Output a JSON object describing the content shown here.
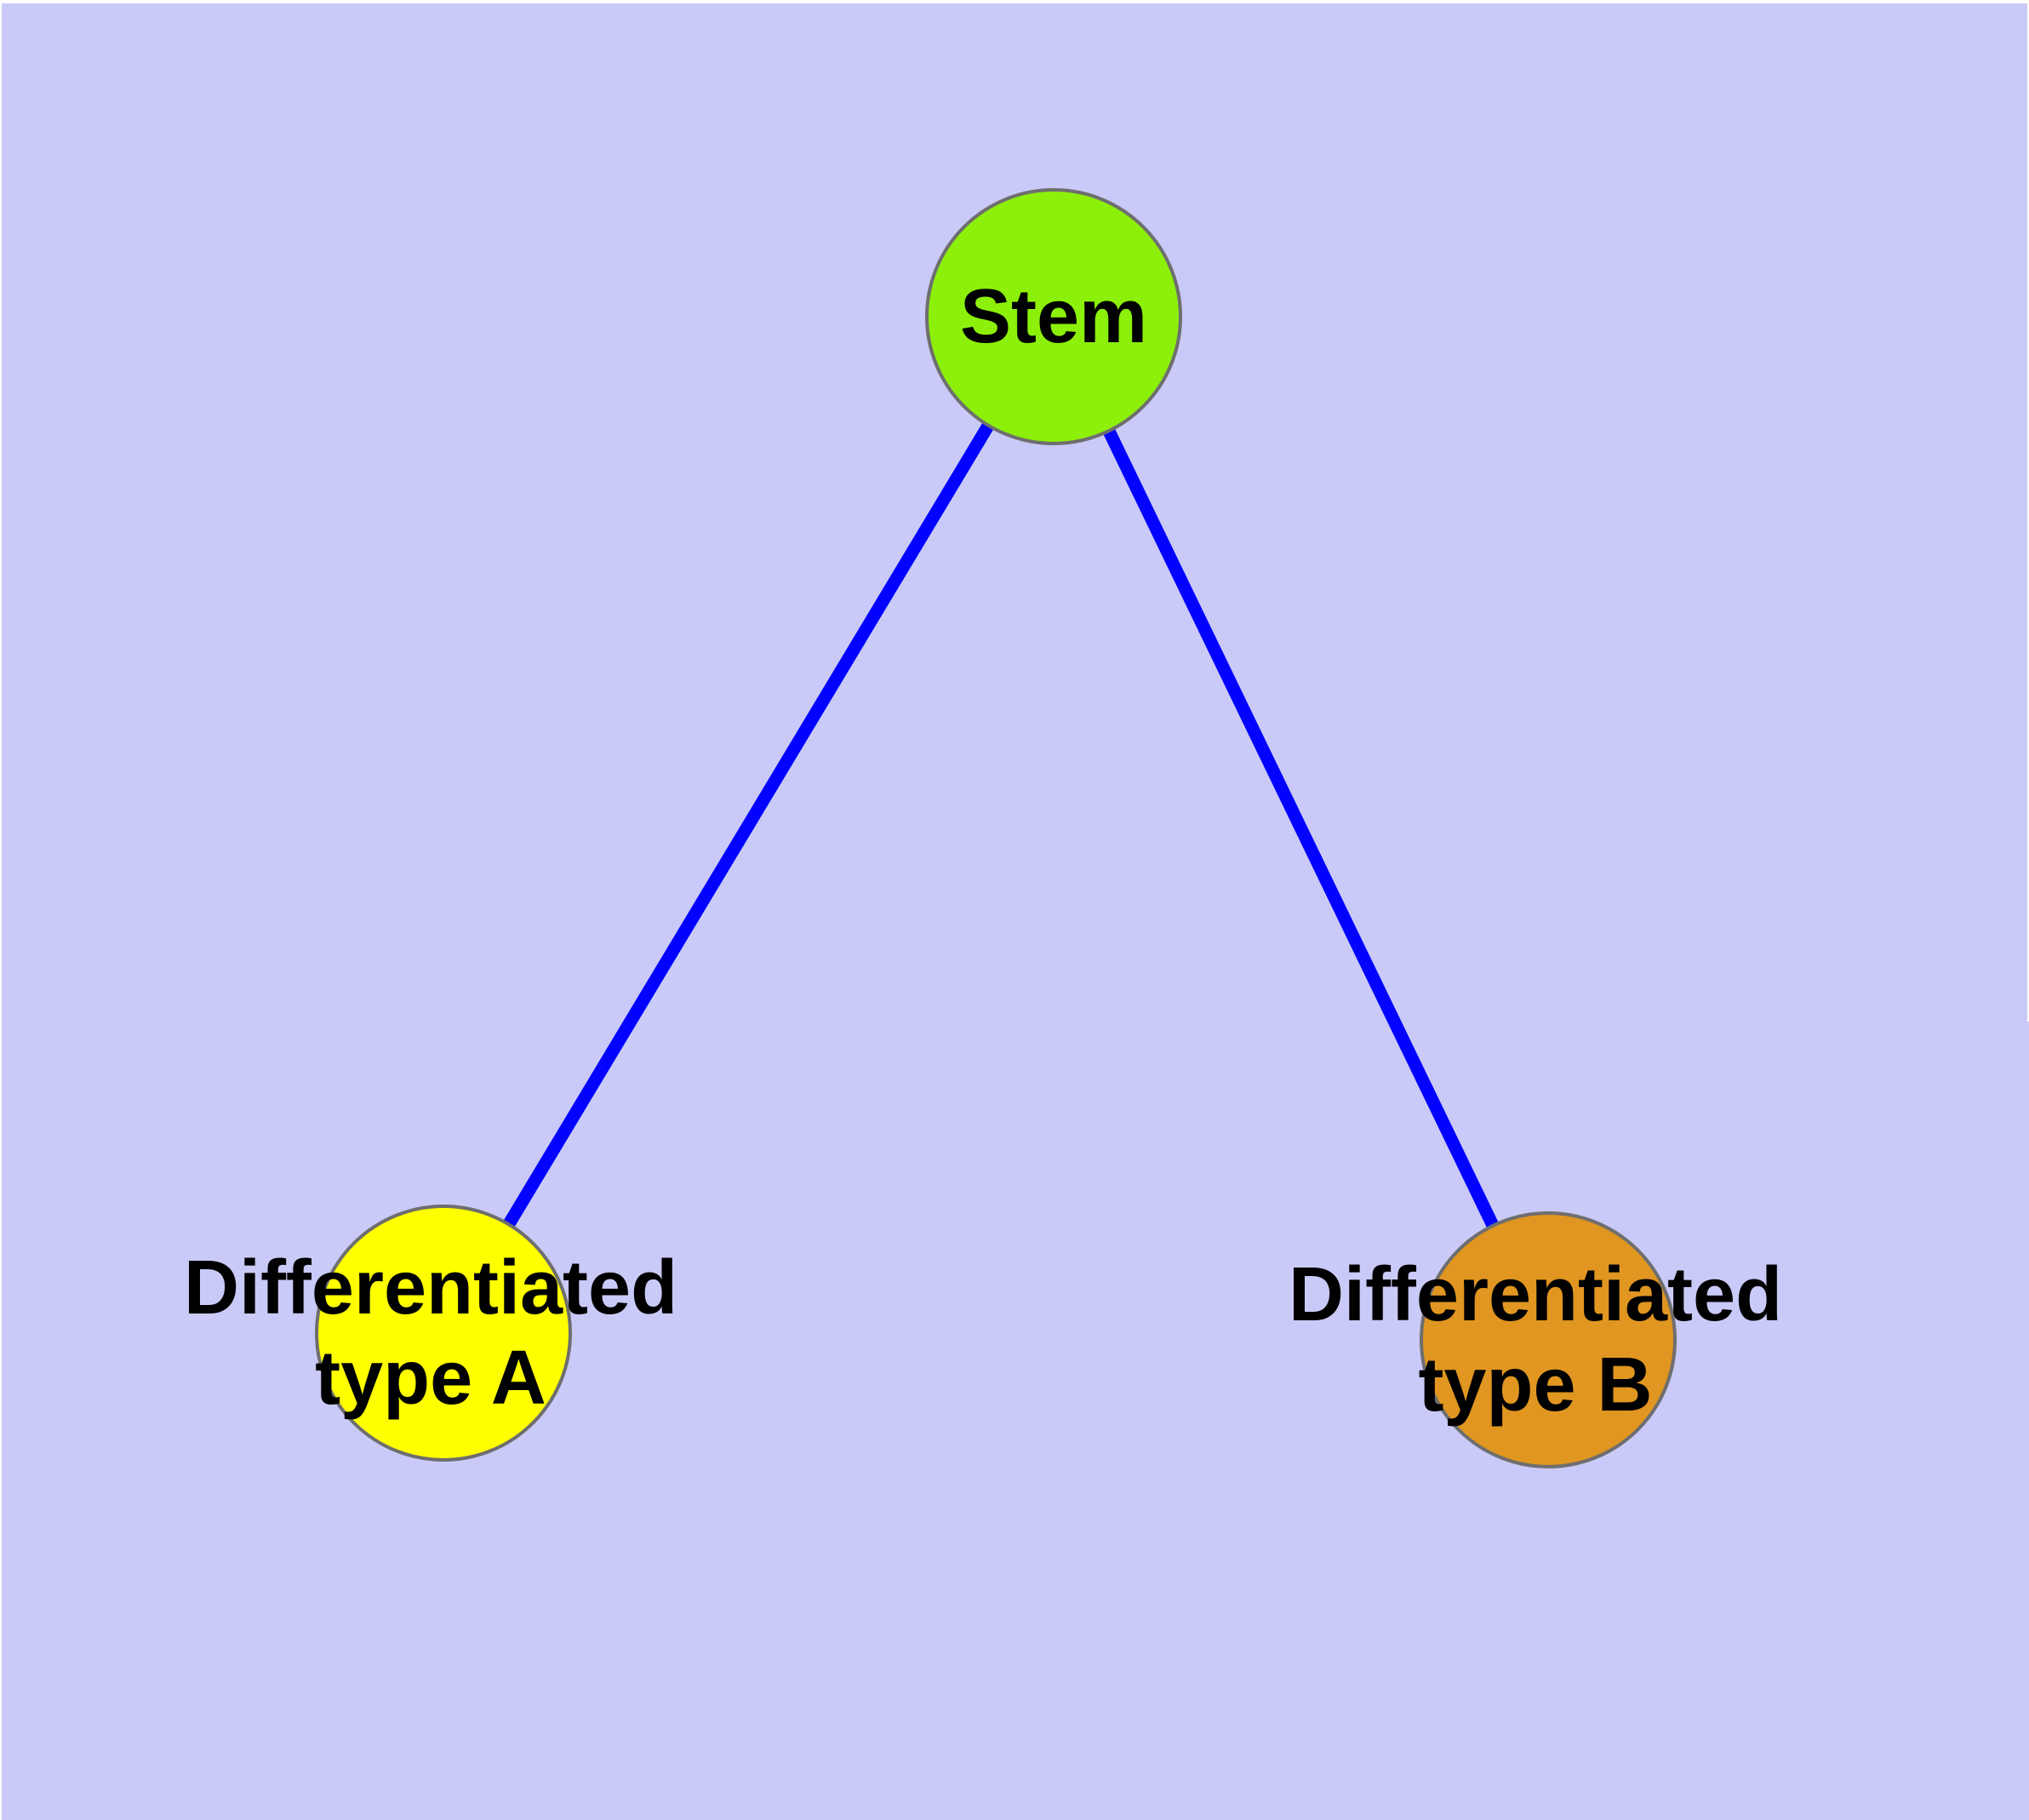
{
  "figure": {
    "type": "graph-diagram",
    "background_color": "#CACAF8",
    "frame_color": "#FFFFFF",
    "edge_color": "#0202FE",
    "node_border_color": "#6E6E6E",
    "label_color": "#000000",
    "nodes": [
      {
        "id": "stem",
        "label": "Stem",
        "fill_color": "#8CF00A"
      },
      {
        "id": "differentiated-type-a",
        "label_line1": "Differentiated",
        "label_line2": "type A",
        "fill_color": "#FFFF00"
      },
      {
        "id": "differentiated-type-b",
        "label_line1": "Differentiated",
        "label_line2": "type B",
        "fill_color": "#E09620"
      }
    ],
    "edges": [
      {
        "from": "Stem",
        "to": "Differentiated type A"
      },
      {
        "from": "Stem",
        "to": "Differentiated type B"
      }
    ]
  }
}
